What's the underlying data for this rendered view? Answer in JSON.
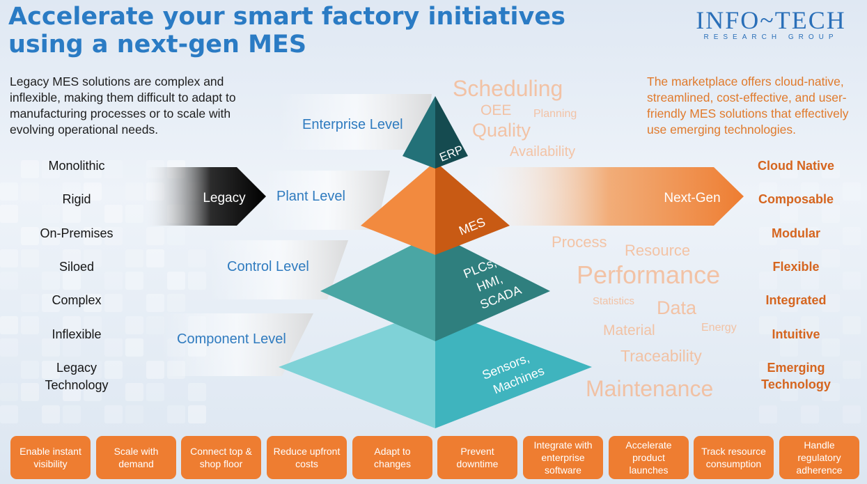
{
  "title": "Accelerate your smart factory initiatives using a next-gen MES",
  "logo": {
    "main": "INFO~TECH",
    "sub": "RESEARCH GROUP"
  },
  "intro_left": "Legacy MES solutions are complex and inflexible, making them difficult to adapt to manufacturing processes or to scale with evolving operational needs.",
  "intro_right": "The marketplace offers cloud-native, streamlined, cost-effective, and user-friendly MES solutions that effectively use emerging technologies.",
  "legacy_arrow": "Legacy",
  "nextgen_arrow": "Next-Gen",
  "levels": [
    "Enterprise Level",
    "Plant Level",
    "Control Level",
    "Component Level"
  ],
  "pyramid": {
    "erp": "ERP",
    "mes": "MES",
    "control": [
      "PLCs,",
      "HMI,",
      "SCADA"
    ],
    "component": [
      "Sensors,",
      "Machines"
    ]
  },
  "legacy_attributes": [
    "Monolithic",
    "Rigid",
    "On-Premises",
    "Siloed",
    "Complex",
    "Inflexible",
    "Legacy",
    "Technology"
  ],
  "nextgen_attributes": [
    "Cloud Native",
    "Composable",
    "Modular",
    "Flexible",
    "Integrated",
    "Intuitive",
    "Emerging",
    "Technology"
  ],
  "word_cloud_top": [
    "Scheduling",
    "OEE",
    "Planning",
    "Quality",
    "Availability"
  ],
  "word_cloud_bottom": [
    "Process",
    "Resource",
    "Performance",
    "Statistics",
    "Data",
    "Material",
    "Energy",
    "Traceability",
    "Maintenance"
  ],
  "buttons": [
    "Enable instant visibility",
    "Scale with demand",
    "Connect top & shop floor",
    "Reduce upfront costs",
    "Adapt to changes",
    "Prevent downtime",
    "Integrate with enterprise software",
    "Accelerate product launches",
    "Track resource consumption",
    "Handle regulatory adherence"
  ],
  "colors": {
    "title_blue": "#2a7bc4",
    "accent_orange": "#ee7d31",
    "erp_teal": "#1d5f66",
    "mes_orange": "#e56d1d",
    "control_teal": "#3d9a99",
    "component_aqua": "#5fc5cc"
  }
}
